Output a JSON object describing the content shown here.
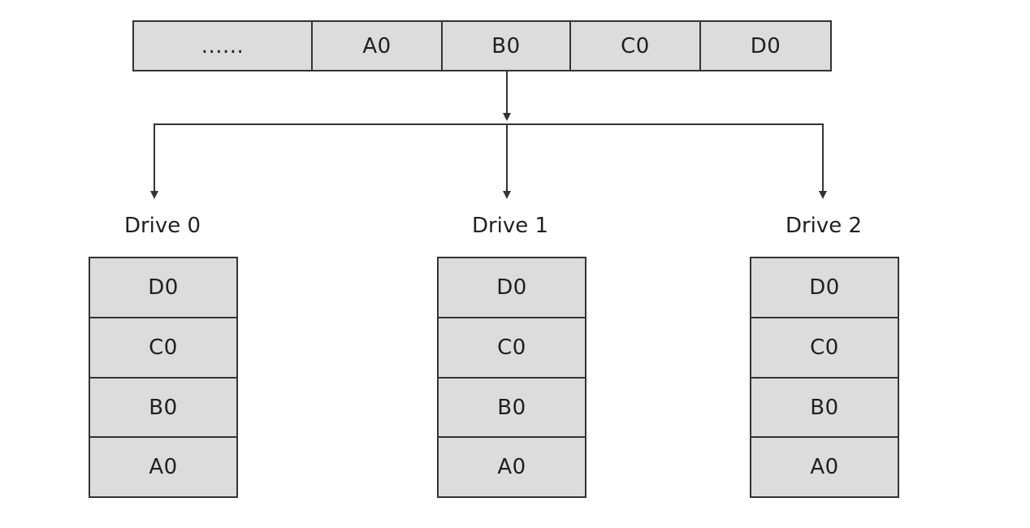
{
  "top_stream": {
    "cells": [
      "......",
      "A0",
      "B0",
      "C0",
      "D0"
    ]
  },
  "drives": [
    {
      "label": "Drive 0",
      "blocks": [
        "D0",
        "C0",
        "B0",
        "A0"
      ]
    },
    {
      "label": "Drive 1",
      "blocks": [
        "D0",
        "C0",
        "B0",
        "A0"
      ]
    },
    {
      "label": "Drive 2",
      "blocks": [
        "D0",
        "C0",
        "B0",
        "A0"
      ]
    }
  ],
  "colors": {
    "cell_fill": "#dcdcdc",
    "line": "#333333"
  }
}
